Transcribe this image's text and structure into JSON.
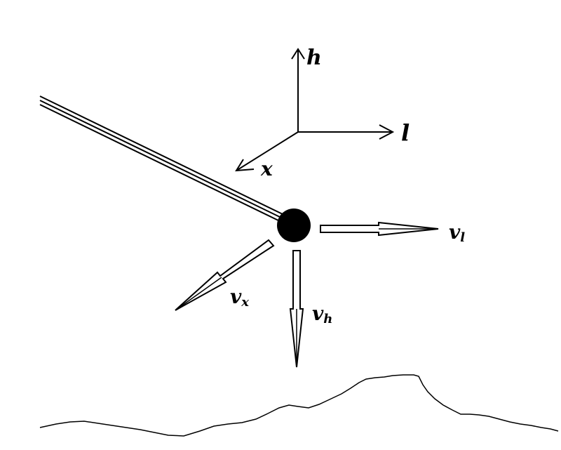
{
  "axes": {
    "vertical_label": "h",
    "horizontal_label": "l",
    "depth_label": "x"
  },
  "velocities": {
    "l": {
      "symbol": "v",
      "subscript": "l"
    },
    "x": {
      "symbol": "v",
      "subscript": "x"
    },
    "h": {
      "symbol": "v",
      "subscript": "h"
    }
  },
  "colors": {
    "ink": "#000000",
    "paper": "#ffffff"
  }
}
